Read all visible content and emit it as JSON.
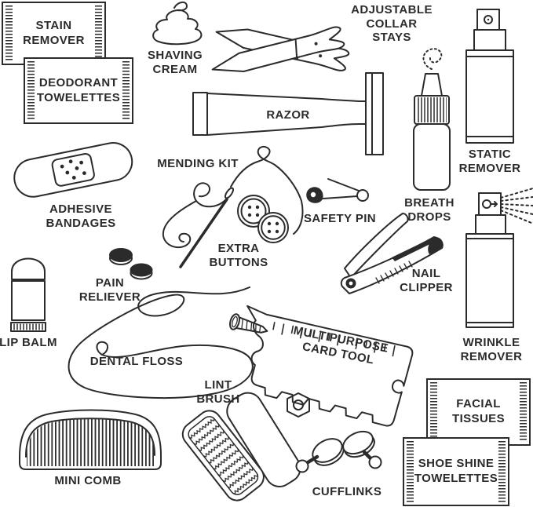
{
  "title": "Grooming and travel kit illustrated items",
  "colors": {
    "ink": "#2b2b2b",
    "background": "#ffffff"
  },
  "items": [
    {
      "id": "stain-remover",
      "icon": "stain-remover-packet-icon",
      "label": "STAIN\nREMOVER"
    },
    {
      "id": "deodorant-towelettes",
      "icon": "deodorant-packet-icon",
      "label": "DEODORANT\nTOWELETTES"
    },
    {
      "id": "shaving-cream",
      "icon": "shaving-cream-dollop-icon",
      "label": "SHAVING\nCREAM"
    },
    {
      "id": "adjustable-collar-stays",
      "icon": "collar-stays-icon",
      "label": "ADJUSTABLE\nCOLLAR STAYS"
    },
    {
      "id": "razor",
      "icon": "razor-icon",
      "label": "RAZOR"
    },
    {
      "id": "static-remover",
      "icon": "spray-bottle-icon",
      "label": "STATIC\nREMOVER"
    },
    {
      "id": "breath-drops",
      "icon": "dropper-bottle-icon",
      "label": "BREATH\nDROPS"
    },
    {
      "id": "adhesive-bandages",
      "icon": "bandage-icon",
      "label": "ADHESIVE\nBANDAGES"
    },
    {
      "id": "mending-kit",
      "icon": "needle-and-thread-icon",
      "label": "MENDING KIT"
    },
    {
      "id": "extra-buttons",
      "icon": "buttons-icon",
      "label": "EXTRA\nBUTTONS"
    },
    {
      "id": "safety-pin",
      "icon": "safety-pin-icon",
      "label": "SAFETY PIN"
    },
    {
      "id": "nail-clipper",
      "icon": "nail-clipper-icon",
      "label": "NAIL\nCLIPPER"
    },
    {
      "id": "pain-reliever",
      "icon": "pills-icon",
      "label": "PAIN\nRELIEVER"
    },
    {
      "id": "lip-balm",
      "icon": "lip-balm-tube-icon",
      "label": "LIP BALM"
    },
    {
      "id": "wrinkle-remover",
      "icon": "spray-bottle-spraying-icon",
      "label": "WRINKLE\nREMOVER"
    },
    {
      "id": "dental-floss",
      "icon": "floss-strand-icon",
      "label": "DENTAL FLOSS"
    },
    {
      "id": "multipurpose-card-tool",
      "icon": "card-multitool-icon",
      "label": "MULTIPURPOSE\nCARD TOOL"
    },
    {
      "id": "lint-brush",
      "icon": "lint-brush-icon",
      "label": "LINT\nBRUSH"
    },
    {
      "id": "mini-comb",
      "icon": "comb-icon",
      "label": "MINI COMB"
    },
    {
      "id": "cufflinks",
      "icon": "cufflinks-icon",
      "label": "CUFFLINKS"
    },
    {
      "id": "facial-tissues",
      "icon": "facial-tissues-packet-icon",
      "label": "FACIAL\nTISSUES"
    },
    {
      "id": "shoe-shine-towelettes",
      "icon": "shoe-shine-packet-icon",
      "label": "SHOE SHINE\nTOWELETTES"
    }
  ]
}
